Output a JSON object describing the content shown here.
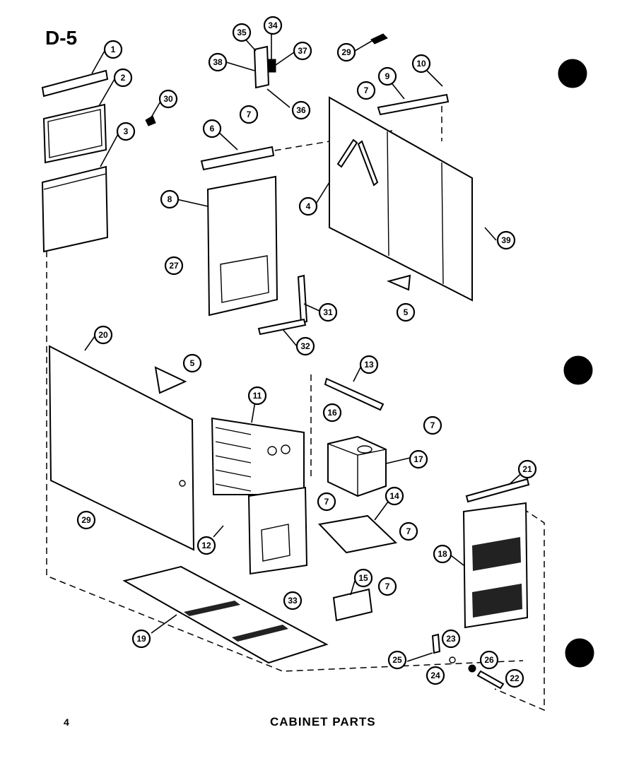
{
  "page_label": "D-5",
  "page_number": "4",
  "caption": "CABINET PARTS",
  "callouts": [
    "1",
    "2",
    "3",
    "30",
    "35",
    "34",
    "37",
    "38",
    "36",
    "29",
    "7",
    "10",
    "9",
    "6",
    "7",
    "4",
    "8",
    "27",
    "39",
    "31",
    "32",
    "5",
    "20",
    "5",
    "13",
    "11",
    "16",
    "7",
    "17",
    "7",
    "14",
    "7",
    "21",
    "12",
    "18",
    "29",
    "33",
    "15",
    "7",
    "23",
    "19",
    "25",
    "24",
    "26",
    "22"
  ],
  "colors": {
    "ink": "#000000",
    "paper": "#ffffff"
  }
}
